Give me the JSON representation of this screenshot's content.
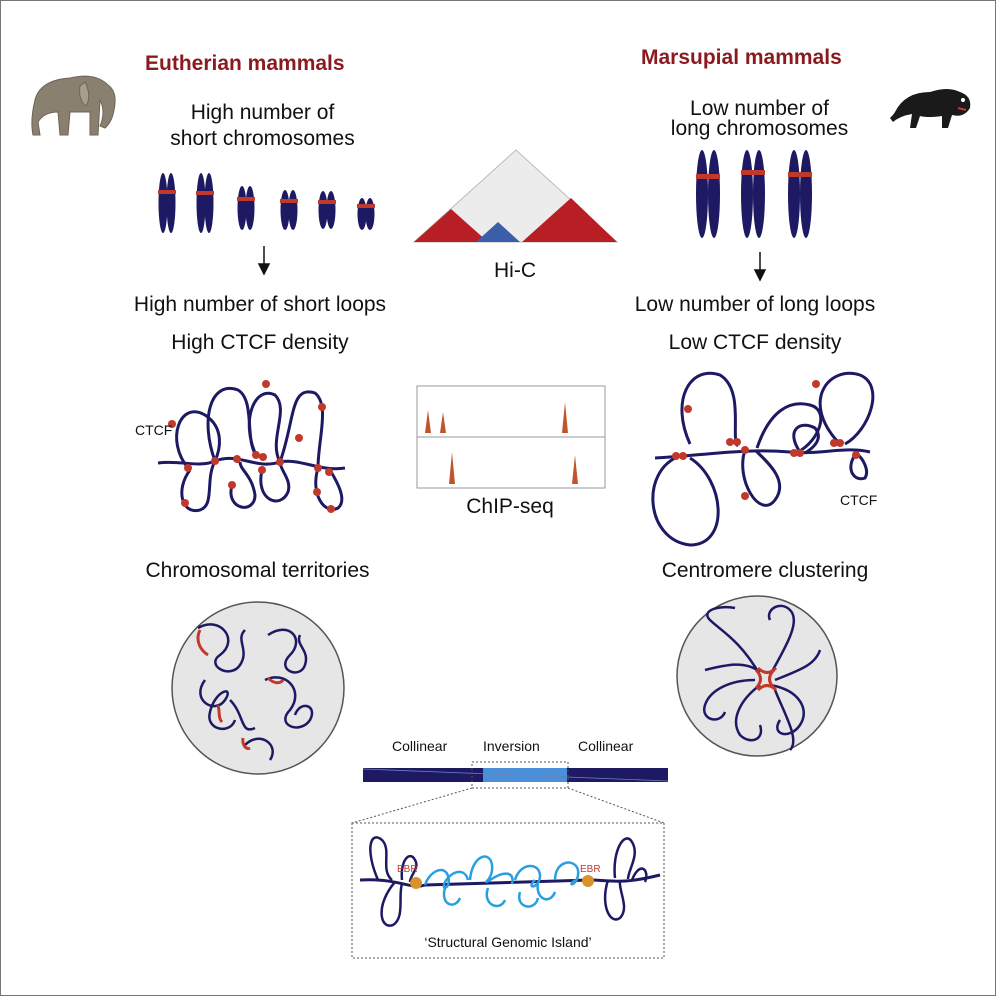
{
  "left": {
    "title": "Eutherian mammals",
    "chromosomes_line1": "High number of",
    "chromosomes_line2": "short chromosomes",
    "loops": "High number of short loops",
    "ctcf_density": "High CTCF density",
    "ctcf_label": "CTCF",
    "nucleus": "Chromosomal territories",
    "animal_icon": "elephant-icon"
  },
  "right": {
    "title": "Marsupial mammals",
    "chromosomes_line1": "Low number of",
    "chromosomes_line2": "long chromosomes",
    "loops": "Low number of long loops",
    "ctcf_density": "Low CTCF density",
    "ctcf_label": "CTCF",
    "nucleus": "Centromere clustering",
    "animal_icon": "tasmanian-devil-icon"
  },
  "center": {
    "hic_label": "Hi-C",
    "chipseq_label": "ChIP-seq"
  },
  "bottom": {
    "segment_left": "Collinear",
    "segment_middle": "Inversion",
    "segment_right": "Collinear",
    "ebr_label": "EBR",
    "island_label": "‘Structural Genomic Island’"
  },
  "colors": {
    "title_red": "#8b1a1f",
    "chromosome_navy": "#1d1a63",
    "centromere_red": "#c0392b",
    "inversion_blue": "#4a90d9",
    "loop_blue": "#2a9fe0",
    "ebr_orange": "#d9912b"
  }
}
